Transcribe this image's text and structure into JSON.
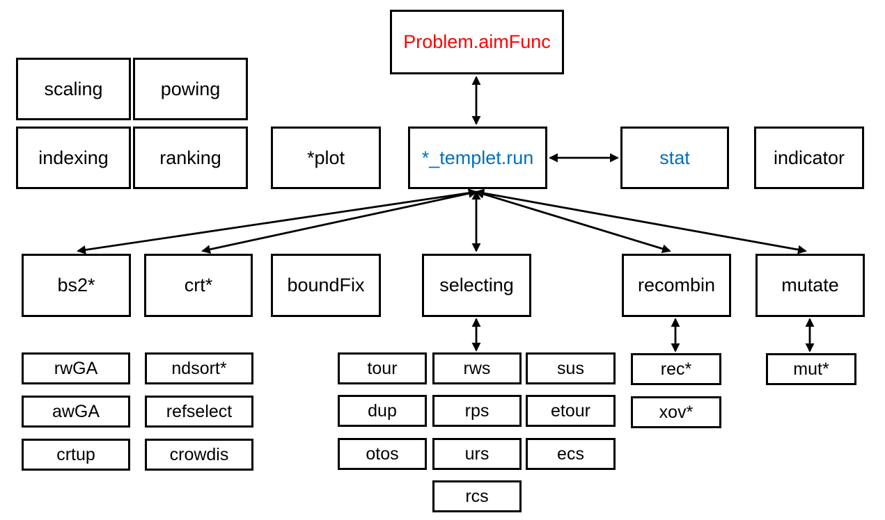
{
  "diagram": {
    "description": "Module call-structure diagram with boxes connected by double-headed arrows",
    "colors": {
      "node_border": "#000000",
      "default_text": "#000000",
      "highlight_red": "#FF0000",
      "highlight_blue": "#0070C0",
      "background": "#FFFFFF"
    },
    "nodes": {
      "problem_aimfunc": "Problem.aimFunc",
      "scaling": "scaling",
      "powing": "powing",
      "indexing": "indexing",
      "ranking": "ranking",
      "plot": "*plot",
      "templet_run": "*_templet.run",
      "stat": "stat",
      "indicator": "indicator",
      "bs2": "bs2*",
      "crt": "crt*",
      "boundfix": "boundFix",
      "selecting": "selecting",
      "recombin": "recombin",
      "mutate": "mutate",
      "rwga": "rwGA",
      "ndsort": "ndsort*",
      "awga": "awGA",
      "refselect": "refselect",
      "crtup": "crtup",
      "crowdis": "crowdis",
      "tour": "tour",
      "rws": "rws",
      "sus": "sus",
      "dup": "dup",
      "rps": "rps",
      "etour": "etour",
      "otos": "otos",
      "urs": "urs",
      "ecs": "ecs",
      "rcs": "rcs",
      "rec": "rec*",
      "xov": "xov*",
      "mut": "mut*"
    },
    "edges": [
      {
        "from": "problem_aimfunc",
        "to": "templet_run",
        "bidirectional": true
      },
      {
        "from": "templet_run",
        "to": "stat",
        "bidirectional": true
      },
      {
        "from": "templet_run",
        "to": "bs2",
        "bidirectional": true
      },
      {
        "from": "templet_run",
        "to": "crt",
        "bidirectional": true
      },
      {
        "from": "templet_run",
        "to": "selecting",
        "bidirectional": true
      },
      {
        "from": "templet_run",
        "to": "recombin",
        "bidirectional": true
      },
      {
        "from": "templet_run",
        "to": "mutate",
        "bidirectional": true
      },
      {
        "from": "selecting",
        "to": "rws",
        "bidirectional": true
      },
      {
        "from": "recombin",
        "to": "rec",
        "bidirectional": true
      },
      {
        "from": "mutate",
        "to": "mut",
        "bidirectional": true
      }
    ]
  }
}
